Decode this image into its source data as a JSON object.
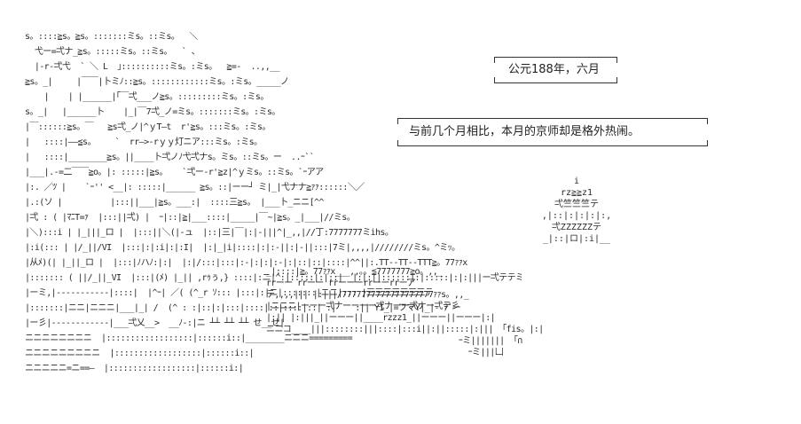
{
  "captions": {
    "date": "公元188年，六月",
    "note": "与前几个月相比，本月的京师却是格外热闹。"
  },
  "ascii_art": {
    "left_rows": [
      "s。::::≧s。≧s。:::::::ミs。::ミs。  ＼",
      "  弋ー=弌ナ_≧s。:::::ミs。::ミs。  ` 、",
      "  |-r-弌弋  ` ＼ L  ｣::::::::::ミs。:ミs。  ≧=-  ..,,__",
      "≧s。_|     |￣￣|卜ミﾉ::≧s。::::::::::::ミs。:ミs。_____ノ",
      "    |    | |______|｢￣弌___ノ≧s。:::::::::ミs。:ミs。",
      "s。_|   |______卜    |_|￣7弌_ノ=ミs。:::::::ミs。:ミs。",
      "|￣::::::≧s。￣   ≧s弌_ノ|^ｙT―t  r'≧s。:::ミs。:ミs。",
      "|   ::::|――≦s。    `  rr―>-rｙｙ灯ニア:::ミs。:ミs。",
      "|   ::::|________≧s。||____卜弌ノﾉ弋弌ナs。ミs。::ミs。ー  ..ｰ``",
      "|___|.-=二￣￣≧o。|: :::::|≧s。   `弌ー-r'≧z|^ｙミs。::ミs。`ｰアア",
      "|:. ／ﾂ |    `ｰ'' <__|: :::::|______ ≧s。::|ーー┘ ミ|_|弋ナナ≧ｧｧ::::::＼／",
      "|.:(ソ |          |:::||___|≧s。___:|  ::::三≧s。 |___卜_ニニ[^^",
      "|弌 : ( |ﾏﾆT=ｧ  |:::||弌) |  ｰ|::|≧|___::::|_____|￣~|≧s。_|___|//ミs。",
      "|＼):::i | |_|||_ロ |  |:::||＼(|-ュ  |::|三|￣|:|-|||^|_,,|//丁:7777777ミihs。",
      "|:i(::: | |/_||/VI  |:::|:|:i|:|:I|  |:|_|i|::::|:|:-||:|-||:::|7ミ|,,,,|////////ミs。^ミｯ。",
      "|从ﾒ)(| |_||_ロ |  |:::|ﾉハﾉ:|:|  |:|/:::|:::|:-|:|:|:-|:|::|::|::::|^^||:.TT--TT--TTT≧。77ｧｧx",
      "|::::::: ( ||/_||_VI  |:::|(ﾒ) |_|| ,rｩぅ,} ::::|:ニ|^:|:::::|:|;:|  |:|:||::::::|:|:::::|:|:|||ー弌テテミis。",
      "|ーミ,|-----------|::::|  |^ｰ| ／( (^_r ｿ::: |:::|:|ニ|:::::::|ニニ|::: |三三三三三三三テ",
      "|:::::::|ニニ|ニニニ|___|_| /  (^ : :|::|:|:::|::::|::|::::|::| :|    :|| YI_|=フマY|_|- ﾃﾞー",
      "|ー彡|------------|___弌乂__>  __ﾉ-:|ニ ┴┴ ┴┴ ┴┴ せ__せ|",
      "ニニニニニニニニ  |::::::::::::::::::|::::::i::|________ニニニ=========",
      "ニニニニニニニニニ  |::::::::::::::::::|::::::i::|",
      "ニニニニニ=ニ==―  |::::::::::::::::::|::::::i:|"
    ],
    "tower_rows": [
      "i",
      "rz≧≧z1",
      "弌竺竺竺テ",
      ",|::|:|:|:|:,",
      "弌ZZZZZZテ",
      "_|::|ロ|:i|__"
    ],
    "ground_rows": [
      "_|::::|≧。77ｧｧx___,,。。≦7777777≧o。,,_",
      "rrーー rrーー rrーーーrrーーrrーア",
      "テ,,,,||| |:|||/7777777777777777777ｧｧs。,,_",
      "|ニニニ|ーーー弌ナーーーー弌ナーー弌ナー弌テ彡",
      "|:|| |:|||_||ーーー||____rzzz1_||ーーー||ーーー|:|",
      "ニニコ____|||::::::::|||::::|:::i||:||:::::|:||| 「fis。|:|",
      "                                        ｰミ||||||| 「∩",
      "                                          ｰミ|||凵"
    ]
  }
}
